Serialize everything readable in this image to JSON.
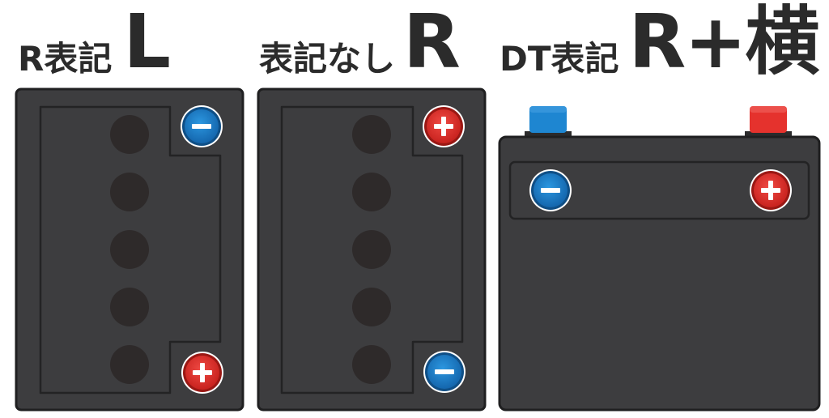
{
  "labels": [
    {
      "small": "R表記",
      "big": "L"
    },
    {
      "small": "表記なし",
      "big": "R"
    },
    {
      "small": "DT表記",
      "big": "R+横"
    }
  ],
  "terminals": {
    "positive_symbol": "+",
    "negative_symbol": "−"
  },
  "colors": {
    "battery_body": "#3d3d3f",
    "battery_outline": "#1f1f20",
    "cell_cap": "#2e2a2a",
    "positive": "#e5322d",
    "negative": "#1e86d1",
    "label_text": "#2b2b2b"
  }
}
